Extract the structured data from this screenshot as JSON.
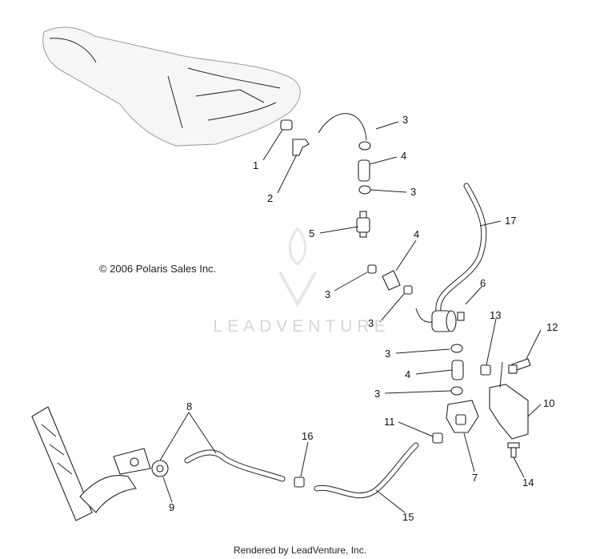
{
  "copyright": "© 2006 Polaris Sales Inc.",
  "watermark": "LEADVENTURE",
  "footer": "Rendered by LeadVenture, Inc.",
  "callouts": {
    "c1": "1",
    "c2": "2",
    "c3a": "3",
    "c4a": "4",
    "c3b": "3",
    "c5": "5",
    "c4b": "4",
    "c17": "17",
    "c3c": "3",
    "c6": "6",
    "c3d": "3",
    "c13": "13",
    "c12": "12",
    "c3e": "3",
    "c4c": "4",
    "c3f": "3",
    "c10": "10",
    "c8": "8",
    "c11": "11",
    "c16": "16",
    "c9": "9",
    "c7": "7",
    "c14": "14",
    "c15": "15"
  }
}
